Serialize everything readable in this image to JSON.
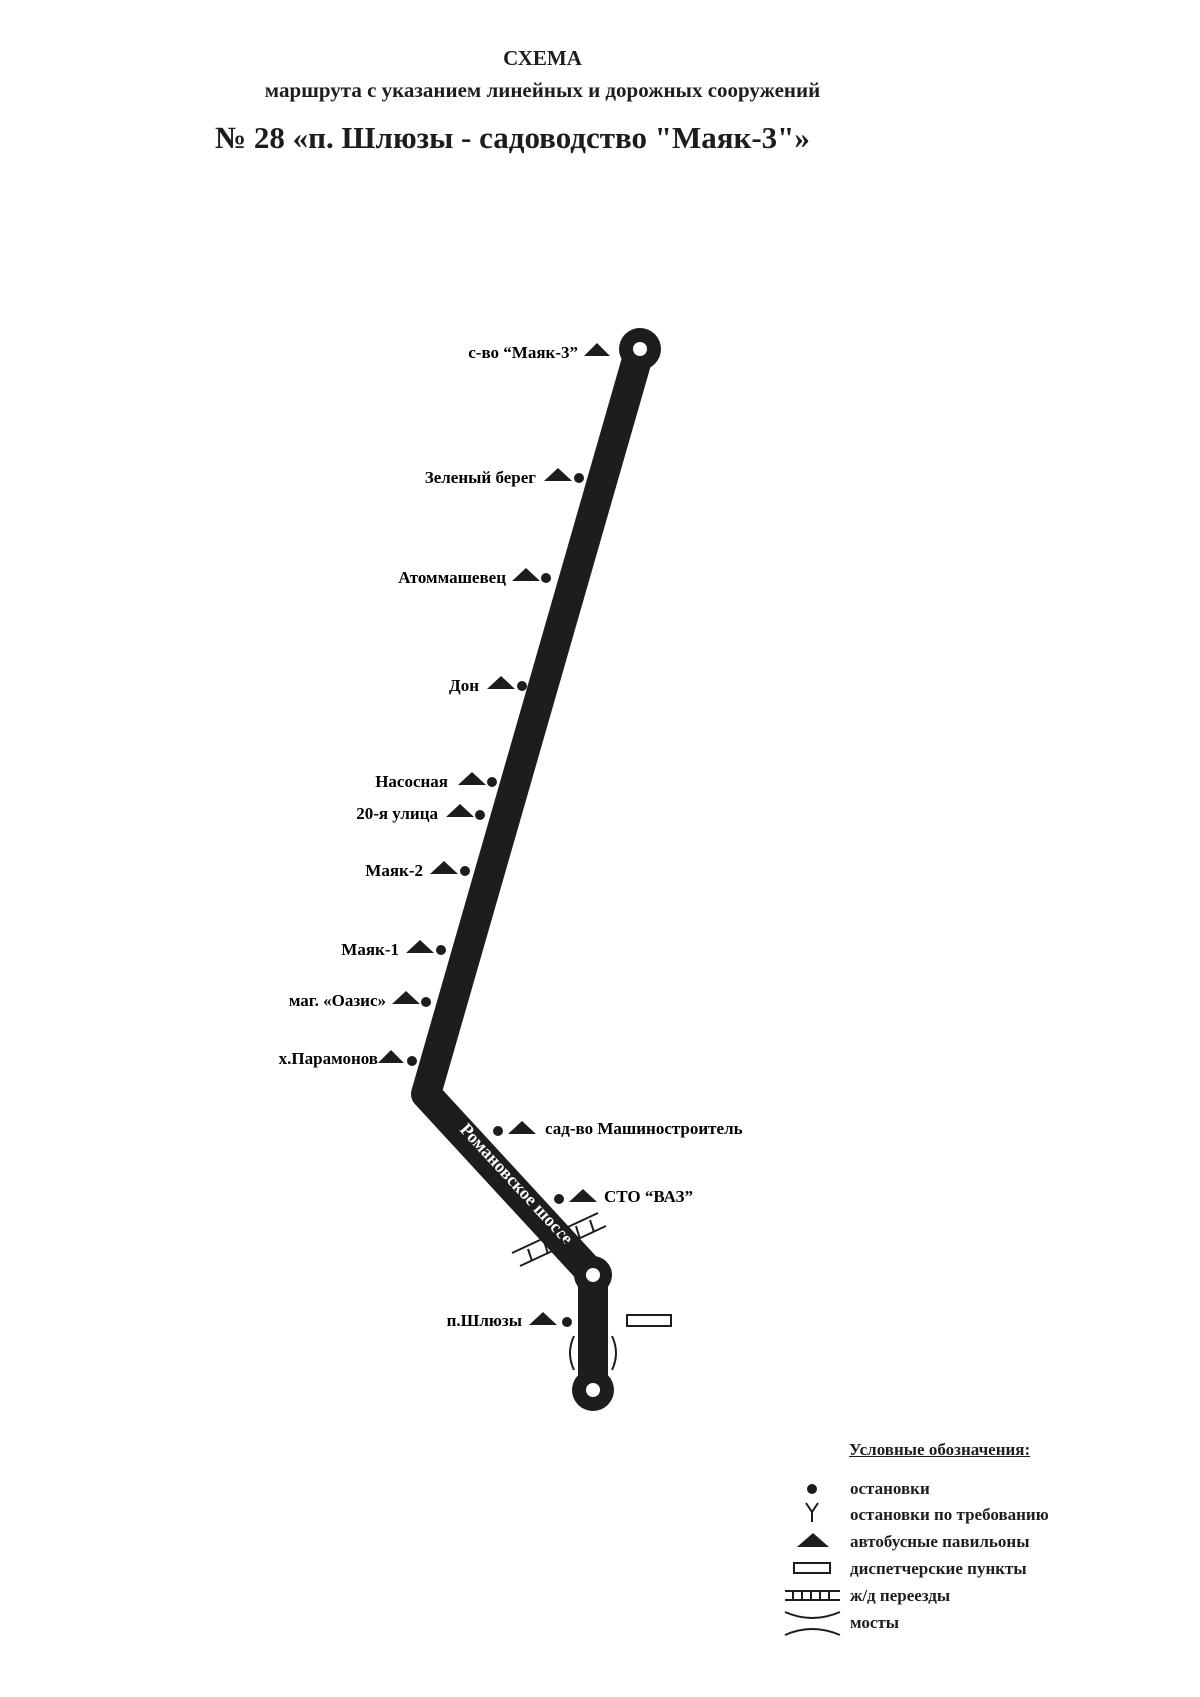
{
  "header": {
    "title": "СХЕМА",
    "subtitle": "маршрута с указанием линейных и дорожных сооружений",
    "route": "№ 28 «п. Шлюзы - садоводство \"Маяк-3\"»"
  },
  "road_label": "Романовское шоссе",
  "stops": [
    {
      "id": "mayak3",
      "label": "с-во “Маяк-3”"
    },
    {
      "id": "zeleny",
      "label": "Зеленый берег"
    },
    {
      "id": "atom",
      "label": "Атоммашевец"
    },
    {
      "id": "don",
      "label": "Дон"
    },
    {
      "id": "nasos",
      "label": "Насосная"
    },
    {
      "id": "ul20",
      "label": "20-я улица"
    },
    {
      "id": "mayak2",
      "label": "Маяк-2"
    },
    {
      "id": "mayak1",
      "label": "Маяк-1"
    },
    {
      "id": "oasis",
      "label": "маг. «Оазис»"
    },
    {
      "id": "paramonov",
      "label": "х.Парамонов"
    },
    {
      "id": "mashin",
      "label": "сад-во Машиностроитель"
    },
    {
      "id": "sto",
      "label": "СТО “ВАЗ”"
    },
    {
      "id": "shluzy",
      "label": "п.Шлюзы"
    }
  ],
  "legend": {
    "title": "Условные обозначения:",
    "items": [
      {
        "icon": "stop-dot-icon",
        "label": "остановки"
      },
      {
        "icon": "request-stop-icon",
        "label": "остановки по требованию"
      },
      {
        "icon": "pavilion-triangle-icon",
        "label": "автобусные павильоны"
      },
      {
        "icon": "dispatch-rect-icon",
        "label": "диспетчерские пункты"
      },
      {
        "icon": "rail-crossing-icon",
        "label": "ж/д переезды"
      },
      {
        "icon": "bridge-icon",
        "label": "мосты"
      }
    ]
  },
  "colors": {
    "route": "#1d1d1b",
    "background": "#ffffff"
  }
}
